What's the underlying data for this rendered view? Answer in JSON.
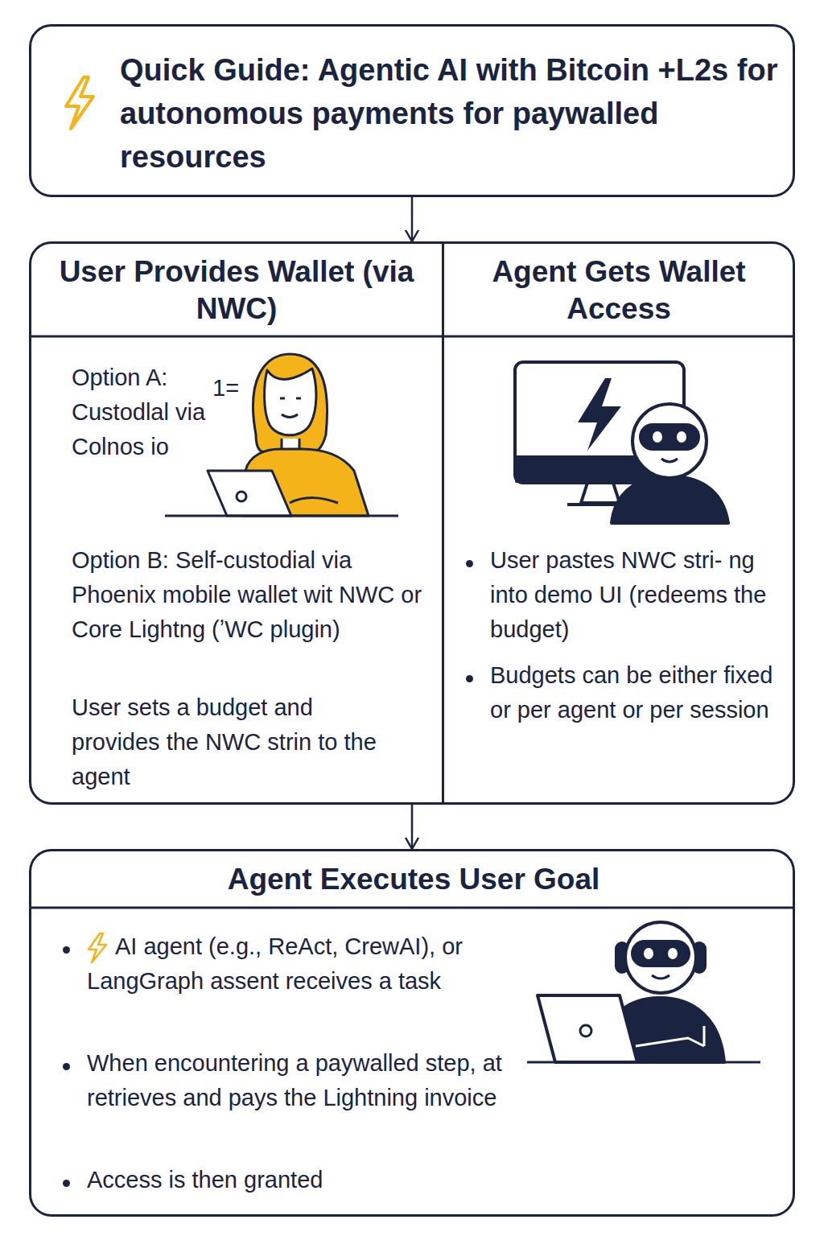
{
  "diagram": {
    "nodes": [
      {
        "text": [
          "Quick Guide: Agentic AI with Bitcoin +L2s for autonomous payments for paywalled resources"
        ]
      },
      {
        "text": [
          "User Provides Wallet (via NWC)",
          "Option A: Custodlal via Colnos io",
          "Option B: Self-custodial via Phoenix mobile wallet wit NWC or Core Lightng (ʼWC plugin)",
          "User sets a budget and provides the NWC strin to the agent"
        ]
      },
      {
        "text": [
          "Agent Gets Wallet Access",
          "User pastes NWC stri- ng into demo UI (redeems the budget)",
          "Budgets can be either fixed or per agent or per session"
        ]
      },
      {
        "text": [
          "Agent Executes User Goal",
          "AI agent (e.g., ReAct, CrewAI), or LangGraph assent receives a task",
          "When encountering a paywalled step, at retrieves and pays the Lightning invoice",
          "Access is then granted"
        ]
      }
    ],
    "edges": [
      {
        "from": 0,
        "to": 1,
        "arrow": "to"
      },
      {
        "from": 1,
        "to": 3,
        "arrow": "to"
      }
    ],
    "labels": [
      "1="
    ]
  }
}
